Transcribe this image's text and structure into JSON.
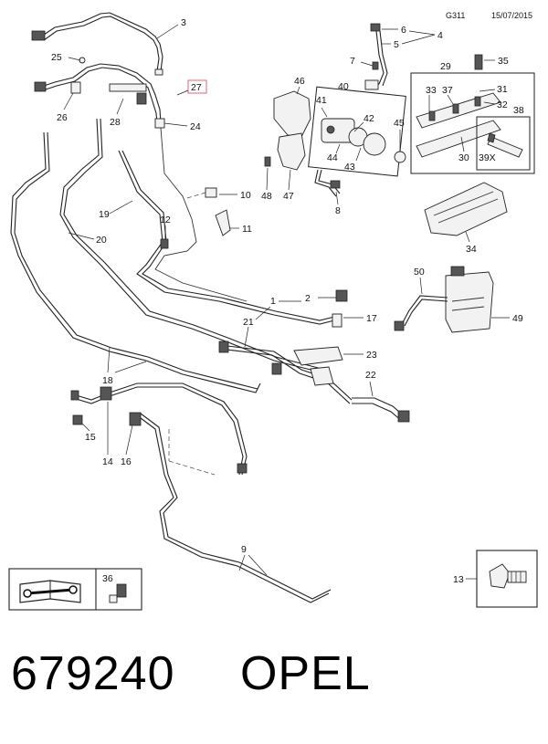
{
  "header": {
    "code": "G311",
    "date": "15/07/2015"
  },
  "callouts": {
    "c1": "1",
    "c2": "2",
    "c3": "3",
    "c4": "4",
    "c5": "5",
    "c6": "6",
    "c7": "7",
    "c8": "8",
    "c9": "9",
    "c10": "10",
    "c11": "11",
    "c12": "12",
    "c13": "13",
    "c14": "14",
    "c15": "15",
    "c16": "16",
    "c17": "17",
    "c18": "18",
    "c19": "19",
    "c20": "20",
    "c21": "21",
    "c22": "22",
    "c23": "23",
    "c24": "24",
    "c25": "25",
    "c26": "26",
    "c27": "27",
    "c28": "28",
    "c29": "29",
    "c30": "30",
    "c31": "31",
    "c32": "32",
    "c33": "33",
    "c34": "34",
    "c35": "35",
    "c36": "36",
    "c37": "37",
    "c38": "38",
    "c39x": "39X",
    "c40": "40",
    "c41": "41",
    "c42": "42",
    "c43": "43",
    "c44": "44",
    "c45": "45",
    "c46": "46",
    "c47": "47",
    "c48": "48",
    "c49": "49",
    "c50": "50"
  },
  "highlight_color": "#e0607a",
  "footer": {
    "part_number": "679240",
    "brand": "OPEL"
  }
}
